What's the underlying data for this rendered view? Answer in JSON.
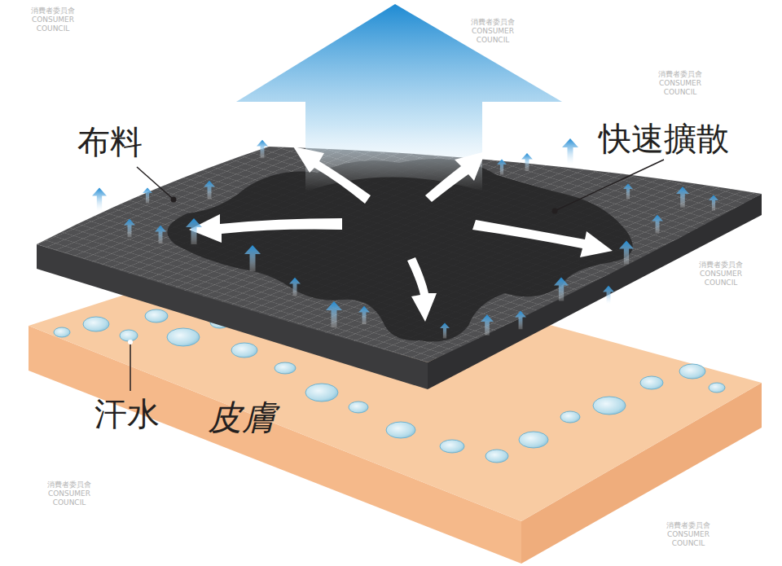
{
  "diagram": {
    "labels": [
      "布料",
      "快速擴散",
      "汗水",
      "皮膚",
      "消費者委員會 CONSUMER COUNCIL",
      "消費者委員會 CONSUMER COUNCIL",
      "消費者委員會 CONSUMER COUNCIL",
      "消費者委員會 CONSUMER COUNCIL",
      "消費者委員會 CONSUMER COUNCIL",
      "消費者委員會 CONSUMER COUNCIL"
    ]
  }
}
